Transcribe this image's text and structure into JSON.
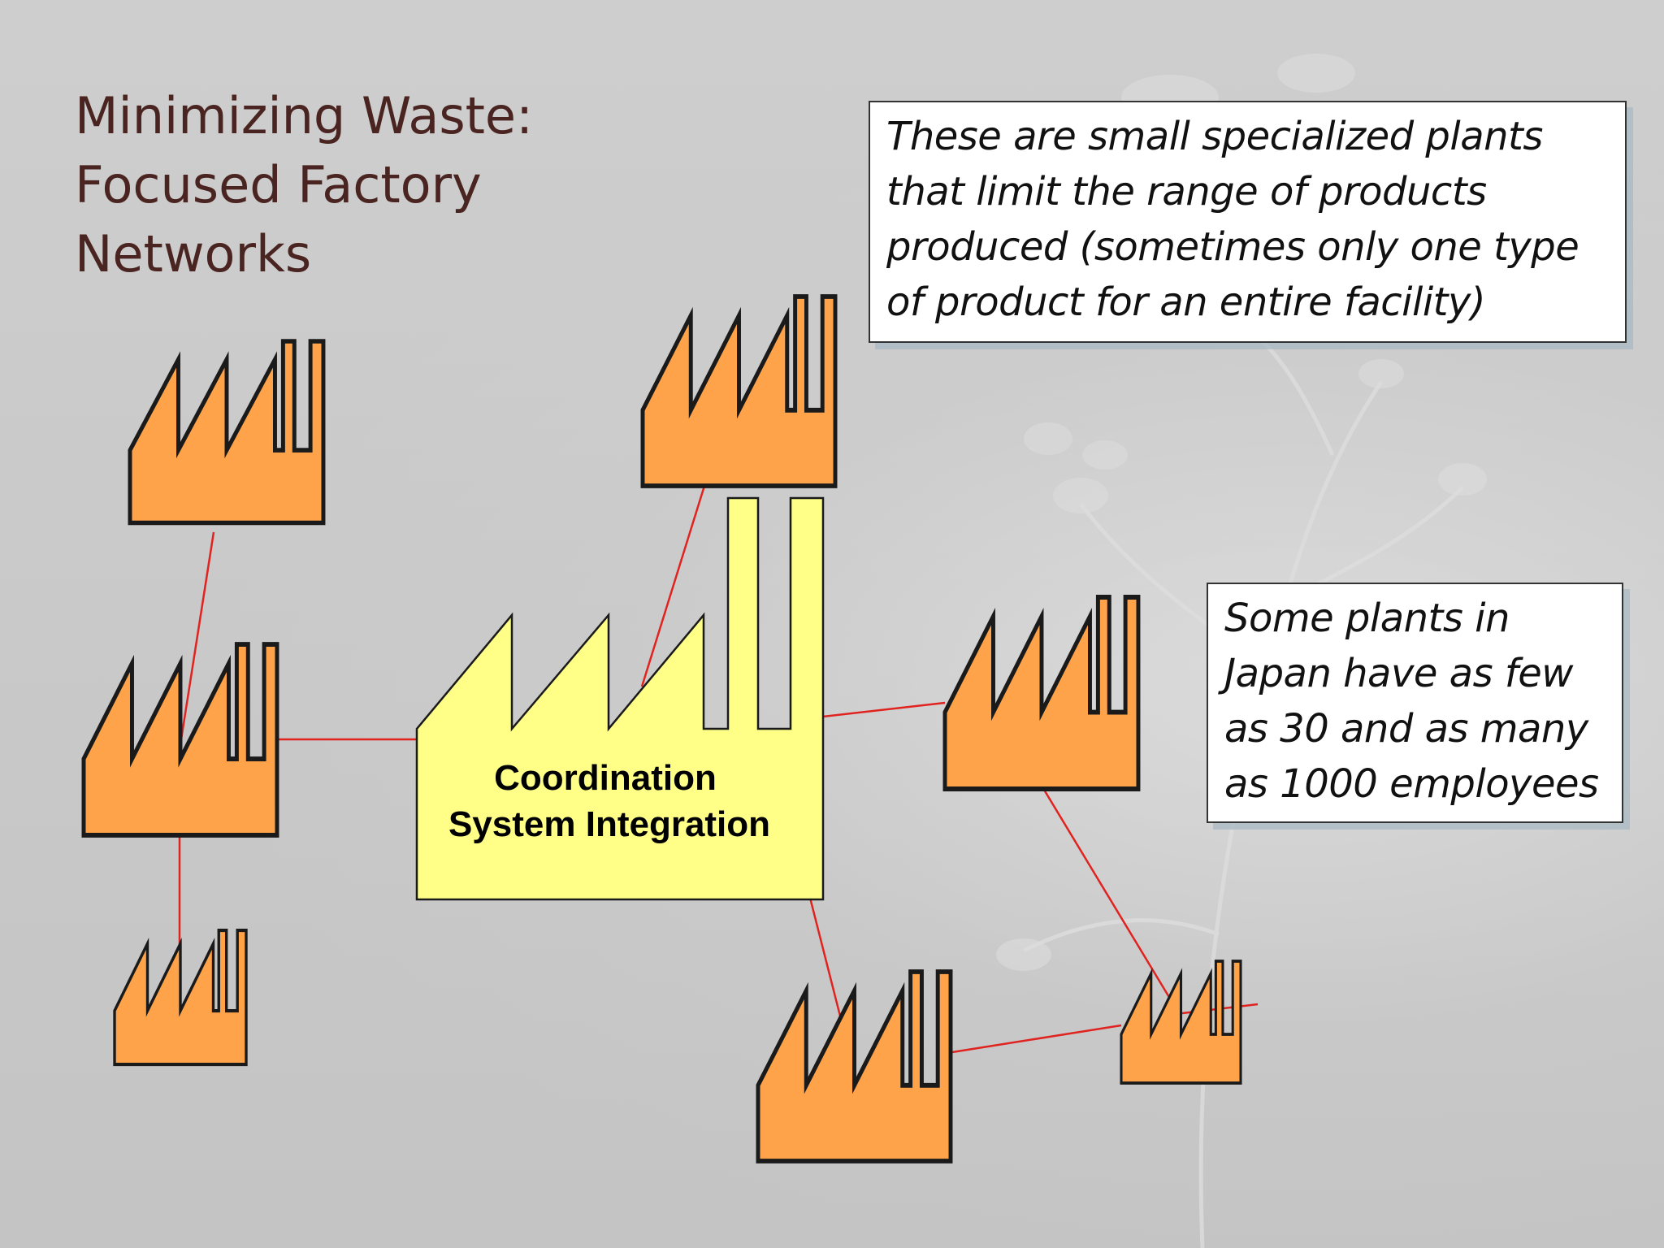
{
  "slide": {
    "title": "Minimizing Waste:\nFocused Factory\nNetworks"
  },
  "notes": {
    "top": "These are small specialized plants that limit the range of products produced (sometimes only one type of product for an entire facility)",
    "right": "Some plants in Japan have as few as 30 and as many as 1000 employees"
  },
  "hub": {
    "line1": "Coordination",
    "line2": "System Integration"
  },
  "colors": {
    "factory_fill": "#ffa34a",
    "hub_fill": "#ffff88",
    "connector": "#e0231f",
    "title": "#4a2420"
  }
}
